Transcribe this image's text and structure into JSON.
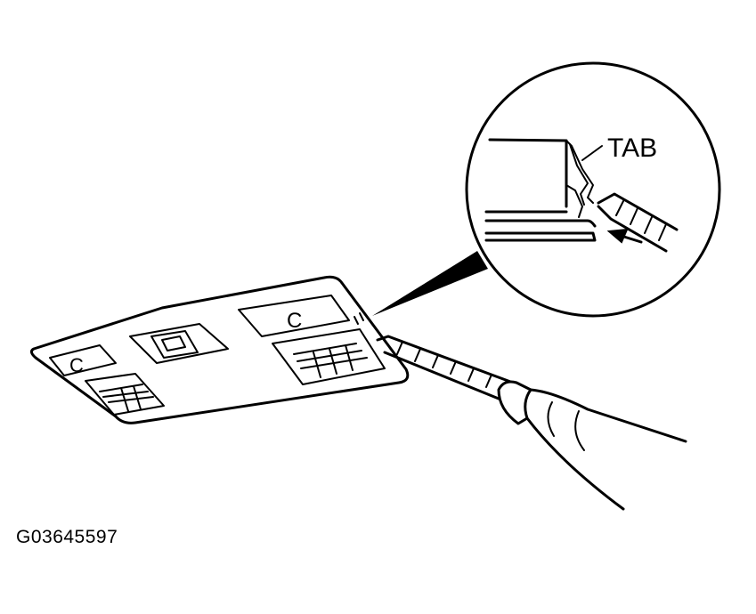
{
  "callout": {
    "label": "TAB"
  },
  "panel": {
    "left_cover_letter": "C",
    "right_cover_letter": "C"
  },
  "figure": {
    "id": "G03645597"
  }
}
